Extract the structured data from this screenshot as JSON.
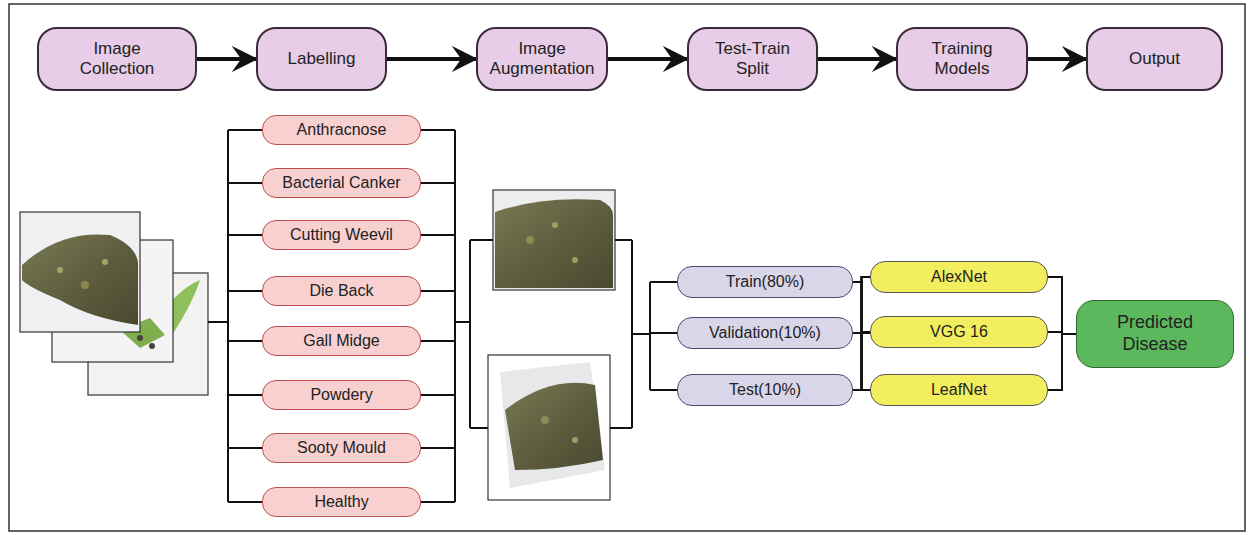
{
  "diagram": {
    "nodes": [
      {
        "text": [
          "Image Collection"
        ]
      },
      {
        "text": [
          "Labelling"
        ]
      },
      {
        "text": [
          "Image Augmentation"
        ]
      },
      {
        "text": [
          "Test-Train Split"
        ]
      },
      {
        "text": [
          "Training Models"
        ]
      },
      {
        "text": [
          "Output"
        ]
      },
      {
        "text": [
          "Anthracnose"
        ]
      },
      {
        "text": [
          "Bacterial Canker"
        ]
      },
      {
        "text": [
          "Cutting Weevil"
        ]
      },
      {
        "text": [
          "Die Back"
        ]
      },
      {
        "text": [
          "Gall Midge"
        ]
      },
      {
        "text": [
          "Powdery"
        ]
      },
      {
        "text": [
          "Sooty Mould"
        ]
      },
      {
        "text": [
          "Healthy"
        ]
      },
      {
        "text": [
          "Train(80%)"
        ]
      },
      {
        "text": [
          "Validation(10%)"
        ]
      },
      {
        "text": [
          "Test(10%)"
        ]
      },
      {
        "text": [
          "AlexNet"
        ]
      },
      {
        "text": [
          "VGG 16"
        ]
      },
      {
        "text": [
          "LeafNet"
        ]
      },
      {
        "text": [
          "Predicted Disease"
        ]
      }
    ],
    "edges": [
      {
        "from": 0,
        "to": 1,
        "arrow": "to"
      },
      {
        "from": 1,
        "to": 2,
        "arrow": "to"
      },
      {
        "from": 2,
        "to": 3,
        "arrow": "to"
      },
      {
        "from": 3,
        "to": 4,
        "arrow": "to"
      },
      {
        "from": 4,
        "to": 5,
        "arrow": "to"
      },
      {
        "from": 14,
        "to": 17,
        "arrow": "none"
      },
      {
        "from": 14,
        "to": 18,
        "arrow": "none"
      },
      {
        "from": 14,
        "to": 19,
        "arrow": "none"
      },
      {
        "from": 15,
        "to": 17,
        "arrow": "none"
      },
      {
        "from": 15,
        "to": 18,
        "arrow": "none"
      },
      {
        "from": 15,
        "to": 19,
        "arrow": "none"
      },
      {
        "from": 16,
        "to": 17,
        "arrow": "none"
      },
      {
        "from": 16,
        "to": 18,
        "arrow": "none"
      },
      {
        "from": 16,
        "to": 19,
        "arrow": "none"
      },
      {
        "from": 17,
        "to": 20,
        "arrow": "none"
      },
      {
        "from": 18,
        "to": 20,
        "arrow": "none"
      },
      {
        "from": 19,
        "to": 20,
        "arrow": "none"
      }
    ]
  }
}
